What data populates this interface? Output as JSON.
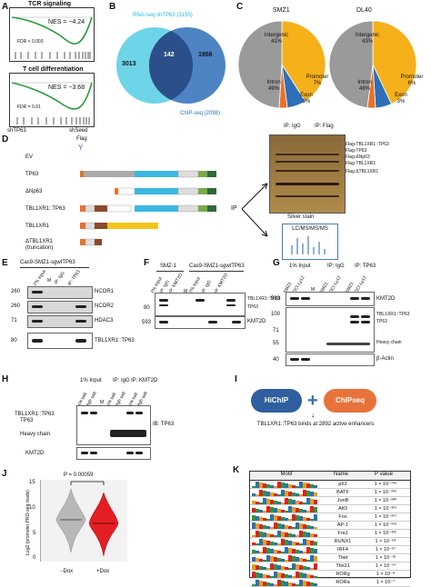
{
  "panels": {
    "A": {
      "label": "A",
      "plots": [
        {
          "title": "TCR signaling",
          "nes": "NES = −4.24",
          "fdr": "FDR < 0.003"
        },
        {
          "title": "T cell differentiation",
          "nes": "NES = −3.68",
          "fdr": "FDR = 0.01"
        }
      ],
      "xleft": "shTP63",
      "xright": "shSeed"
    },
    "B": {
      "label": "B",
      "set1": "RNA-seq shTP63 (3155)",
      "set2": "ChIP-seq (2098)",
      "left_only": "3013",
      "overlap": "142",
      "right_only": "1956"
    },
    "C": {
      "label": "C",
      "pies": [
        {
          "title": "SMZ1",
          "slices": [
            {
              "name": "Intergenic",
              "pct": "41%",
              "value": 41,
              "color": "#f5b01a"
            },
            {
              "name": "Promoter",
              "pct": "7%",
              "value": 7,
              "color": "#2e6fb8"
            },
            {
              "name": "Exon",
              "pct": "3%",
              "value": 3,
              "color": "#e8722a"
            },
            {
              "name": "Intron",
              "pct": "49%",
              "value": 49,
              "color": "#9a9a9a"
            }
          ]
        },
        {
          "title": "DL40",
          "slices": [
            {
              "name": "Intergenic",
              "pct": "43%",
              "value": 43,
              "color": "#f5b01a"
            },
            {
              "name": "Promoter",
              "pct": "6%",
              "value": 6,
              "color": "#2e6fb8"
            },
            {
              "name": "Exon",
              "pct": "3%",
              "value": 3,
              "color": "#e8722a"
            },
            {
              "name": "Intron",
              "pct": "48%",
              "value": 48,
              "color": "#9a9a9a"
            }
          ]
        }
      ]
    },
    "D": {
      "label": "D",
      "flag": "Flag",
      "constructs": [
        "EV",
        "TP63",
        "ΔNp63",
        "TBL1XR1::TP63",
        "TBL1XR1",
        "ΔTBL1XR1",
        "(truncation)"
      ],
      "ip": "IP",
      "ip_igg": "IP: IgG",
      "ip_flag": "IP: Flag",
      "silver": "Silver stain",
      "ms": "LC/MS/MS/MS",
      "band_labels": [
        "Flag-TBL1XR1::TP63",
        "Flag-TP63",
        "Flag-ΔNp63",
        "Flag-TBL1XR1",
        "Flag ΔTBL1XR1"
      ]
    },
    "E": {
      "label": "E",
      "header": "Cas9-SMZ1-sgwtTP63",
      "lanes": [
        "2% Input",
        "M",
        "IP: IgG",
        "IP: TP63"
      ],
      "rows": [
        {
          "mw": "260",
          "name": "NCOR1"
        },
        {
          "mw": "260",
          "name": "NCOR2"
        },
        {
          "mw": "71",
          "name": "HDAC3"
        },
        {
          "mw": "80",
          "name": "TBL1XR1::TP63"
        }
      ]
    },
    "F": {
      "label": "F",
      "header1": "SMZ-1",
      "header2": "Cas9-SMZ1-sgwtTP63",
      "lanes": [
        "2% Input",
        "IP: IgG",
        "IP: KMT2D",
        "M",
        "2% Input",
        "IP: IgG",
        "IP: KMT2D"
      ],
      "mw": [
        "80",
        "593"
      ],
      "bands": [
        "TBL1XR1::TP63",
        "TP63",
        "KMT2D"
      ]
    },
    "G": {
      "label": "G",
      "h1": "1% Input",
      "h2": "IP: IgG",
      "h3": "IP: TP63",
      "lanes": [
        "SMZ1",
        "OCI-Ly12",
        "M",
        "SMZ1",
        "OCI-Ly12",
        "SMZ1",
        "OCI-Ly12"
      ],
      "mw": [
        "593",
        "100",
        "71",
        "55",
        "40"
      ],
      "bands": [
        "KMT2D",
        "TBL1XR1::TP63",
        "TP63",
        "Heavy chain",
        "β-Actin"
      ]
    },
    "H": {
      "label": "H",
      "h1": "1% Input",
      "h2": "IP: IgG",
      "h3": "IP: KMT2D",
      "lanes": [
        "Low salt",
        "High salt",
        "M",
        "Low salt",
        "High salt",
        "Low salt",
        "High salt"
      ],
      "left_labels": [
        "TBL1XR1::TP63",
        "TP63",
        "Heavy chain"
      ],
      "ib": "IB: TP63",
      "kmt": "KMT2D"
    },
    "I": {
      "label": "I",
      "hichip": "HiChIP",
      "chipseq": "ChIPseq",
      "text": "TBL1XR1::TP63 binds at 2892 active enhancers"
    },
    "J": {
      "label": "J",
      "p": "P = 0.00059",
      "ylabel": "Log2 (promoter PRO-seq reads)",
      "yticks": [
        "15",
        "10",
        "5",
        "0"
      ],
      "groups": [
        "−Dox",
        "+Dox"
      ]
    },
    "K": {
      "label": "K",
      "headers": [
        "Motif",
        "Name",
        "P value"
      ],
      "rows": [
        {
          "name": "p63",
          "p": "1 × 10⁻⁷⁰⁶"
        },
        {
          "name": "BATF",
          "p": "1 × 10⁻³⁹⁶"
        },
        {
          "name": "JunB",
          "p": "1 × 10⁻³⁸⁰"
        },
        {
          "name": "Atf3",
          "p": "1 × 10⁻³⁶¹"
        },
        {
          "name": "Fos",
          "p": "1 × 10⁻³⁵⁷"
        },
        {
          "name": "AP-1",
          "p": "1 × 10⁻³⁴²"
        },
        {
          "name": "Fra1",
          "p": "1 × 10⁻³³⁵"
        },
        {
          "name": "RUNX1",
          "p": "1 × 10⁻⁶⁸"
        },
        {
          "name": "IRF4",
          "p": "1 × 10⁻⁶⁷"
        },
        {
          "name": "Tbet",
          "p": "1 × 10⁻¹⁸"
        },
        {
          "name": "Tbx21",
          "p": "1 × 10⁻¹⁴"
        },
        {
          "name": "RORg",
          "p": "1 × 10⁻⁸"
        },
        {
          "name": "RORa",
          "p": "1 × 10⁻⁷"
        }
      ]
    }
  },
  "chart_data": [
    {
      "type": "pie",
      "title": "SMZ1",
      "categories": [
        "Intergenic",
        "Promoter",
        "Exon",
        "Intron"
      ],
      "values": [
        41,
        7,
        3,
        49
      ]
    },
    {
      "type": "pie",
      "title": "DL40",
      "categories": [
        "Intergenic",
        "Promoter",
        "Exon",
        "Intron"
      ],
      "values": [
        43,
        6,
        3,
        48
      ]
    }
  ]
}
